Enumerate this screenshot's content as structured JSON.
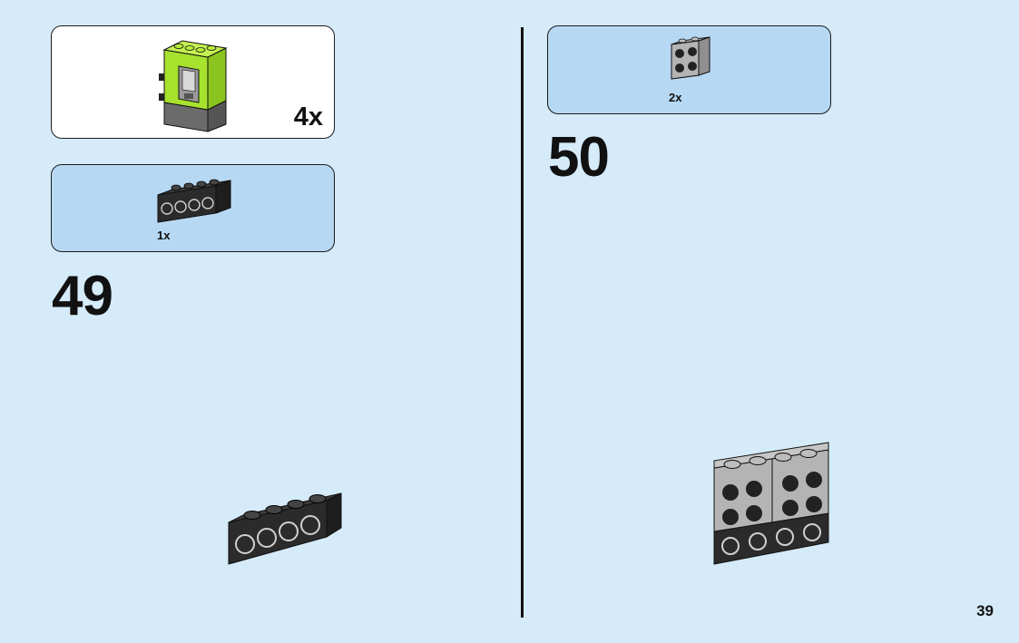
{
  "callout": {
    "multiplier": "4x"
  },
  "steps": [
    {
      "number": "49",
      "parts": [
        {
          "qty": "1x",
          "part": "black-brick-1x4-studs-side"
        }
      ]
    },
    {
      "number": "50",
      "parts": [
        {
          "qty": "2x",
          "part": "grey-brick-1x2-studs-side"
        }
      ]
    }
  ],
  "page_number": "39",
  "colors": {
    "background": "#d5ebf9",
    "parts_panel": "#b7d8f3",
    "lime": "#a6e22e",
    "dark_grey": "#6b6b6b",
    "light_grey": "#b4b4b4",
    "black_brick": "#2b2b2b"
  }
}
